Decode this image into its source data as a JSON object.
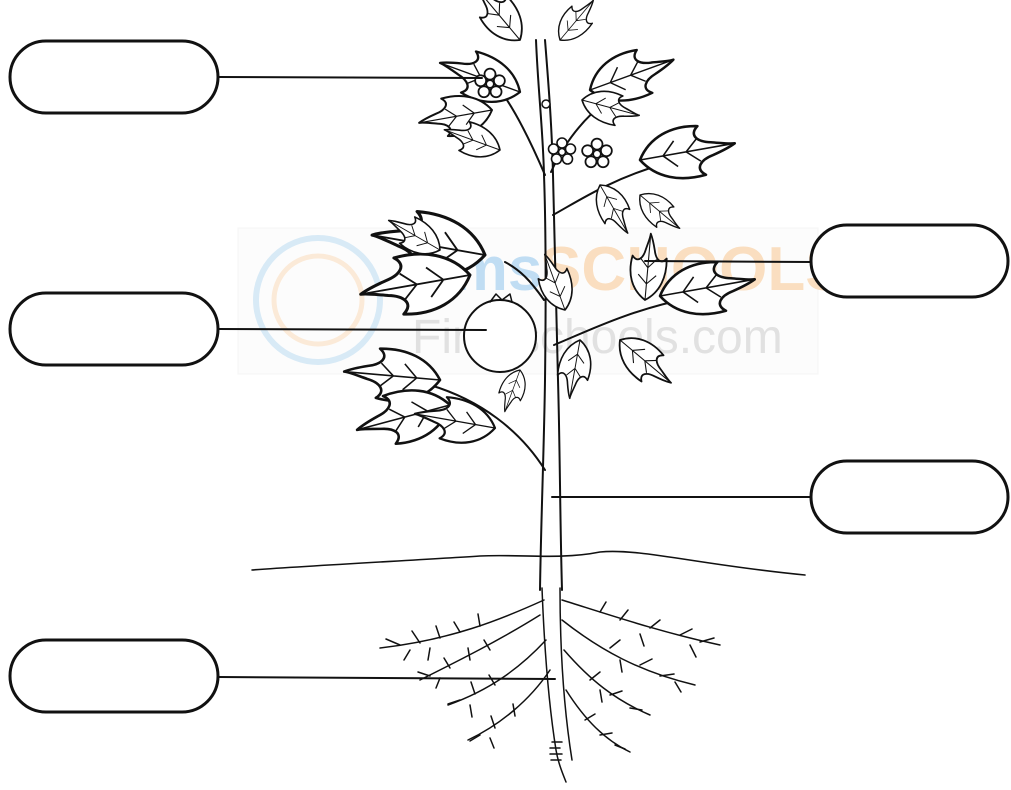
{
  "labels": [
    {
      "id": "flower",
      "text": ""
    },
    {
      "id": "fruit",
      "text": ""
    },
    {
      "id": "root",
      "text": ""
    },
    {
      "id": "leaf",
      "text": ""
    },
    {
      "id": "stem",
      "text": ""
    }
  ],
  "watermark": {
    "word1": "Ams",
    "word2": "SCHOOLS",
    "line2": "Fimsschools.com",
    "colors": {
      "blue": "#8ec3ea",
      "orange": "#f6c48d",
      "gray": "#c9c9c9"
    }
  }
}
